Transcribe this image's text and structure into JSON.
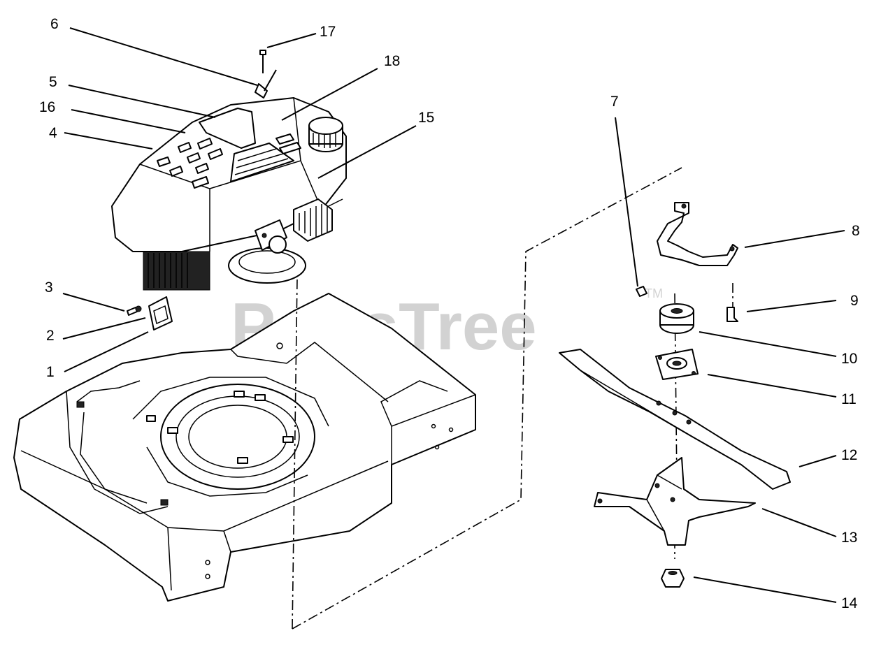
{
  "watermark": {
    "text": "PartsTree",
    "tm": "TM"
  },
  "callouts": [
    {
      "id": "c1",
      "label": "1"
    },
    {
      "id": "c2",
      "label": "2"
    },
    {
      "id": "c3",
      "label": "3"
    },
    {
      "id": "c4",
      "label": "4"
    },
    {
      "id": "c5",
      "label": "5"
    },
    {
      "id": "c6",
      "label": "6"
    },
    {
      "id": "c7",
      "label": "7"
    },
    {
      "id": "c8",
      "label": "8"
    },
    {
      "id": "c9",
      "label": "9"
    },
    {
      "id": "c10",
      "label": "10"
    },
    {
      "id": "c11",
      "label": "11"
    },
    {
      "id": "c12",
      "label": "12"
    },
    {
      "id": "c13",
      "label": "13"
    },
    {
      "id": "c14",
      "label": "14"
    },
    {
      "id": "c15",
      "label": "15"
    },
    {
      "id": "c16",
      "label": "16"
    },
    {
      "id": "c17",
      "label": "17"
    },
    {
      "id": "c18",
      "label": "18"
    }
  ]
}
